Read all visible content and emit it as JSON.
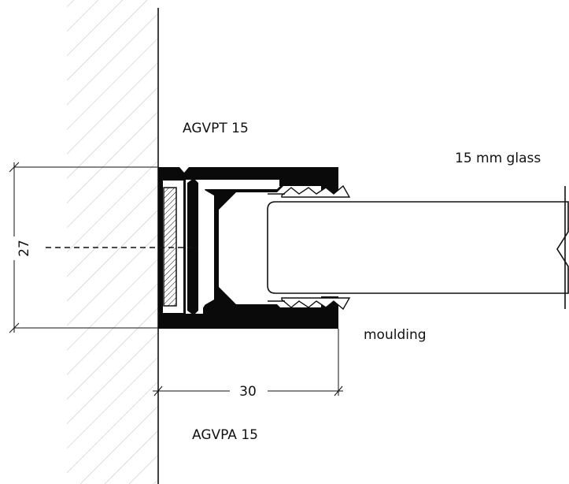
{
  "labels": {
    "top_profile": "AGVPT 15",
    "bottom_profile": "AGVPA 15",
    "glass": "15 mm glass",
    "moulding": "moulding"
  },
  "dimensions": {
    "height": "27",
    "width": "30"
  },
  "colors": {
    "ink": "#111111",
    "profile": "#0a0a0a",
    "hatch": "#bdbdbd",
    "glass_fill": "#ffffff"
  }
}
